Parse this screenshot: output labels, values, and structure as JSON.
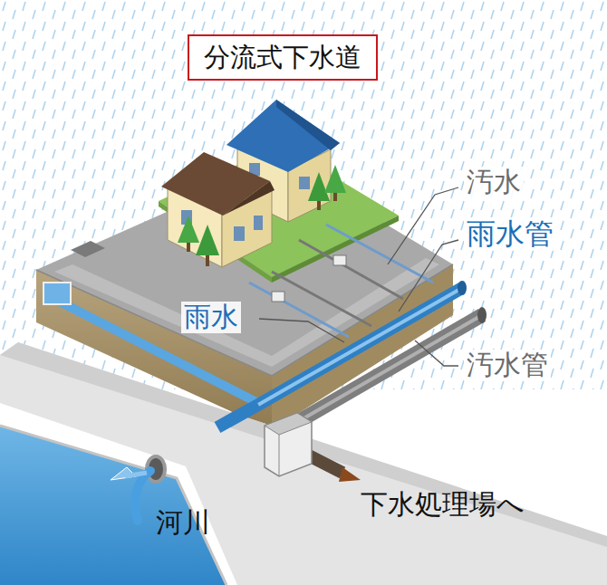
{
  "diagram": {
    "title": "分流式下水道",
    "labels": [
      "汚水",
      "雨水管",
      "雨水",
      "汚水管",
      "河川",
      "下水処理場へ"
    ]
  }
}
